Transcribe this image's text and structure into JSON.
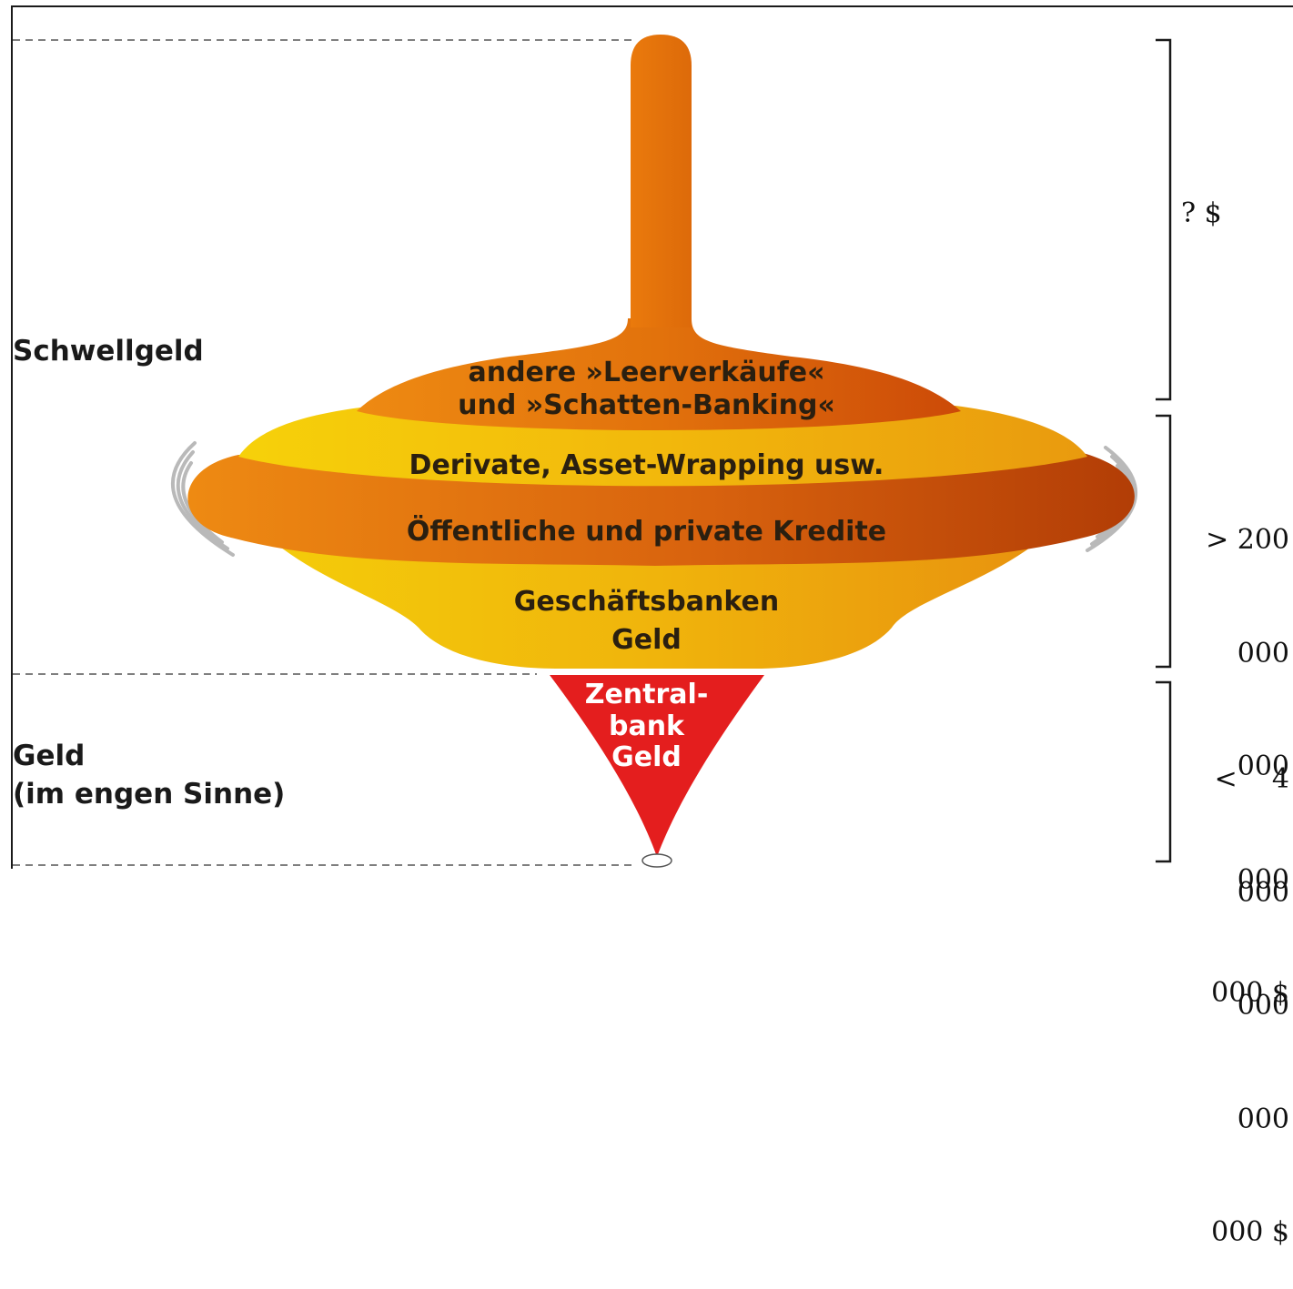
{
  "left_labels": {
    "schwellgeld": "Schwellgeld",
    "geld_line1": "Geld",
    "geld_line2": "(im engen Sinne)"
  },
  "top_layers": {
    "shadow_line1": "andere »Leerverkäufe«",
    "shadow_line2": "und »Schatten-Banking«",
    "derivatives": "Derivate, Asset-Wrapping usw.",
    "credits": "Öffentliche und private Kredite",
    "commercial_line1": "Geschäftsbanken",
    "commercial_line2": "Geld"
  },
  "central_bank": {
    "line1": "Zentral-",
    "line2": "bank",
    "line3": "Geld"
  },
  "amounts": {
    "top": "? $",
    "middle": [
      "> 200",
      "000",
      "000",
      "000",
      "000 $"
    ],
    "bottom": [
      "<    4",
      "000",
      "000",
      "000",
      "000 $"
    ]
  },
  "colors": {
    "deep_orange": "#d2561a",
    "orange": "#e88a0f",
    "yellow": "#f2c20a",
    "central_red": "#e41e1e",
    "motion_lines": "#b9b9b9"
  }
}
